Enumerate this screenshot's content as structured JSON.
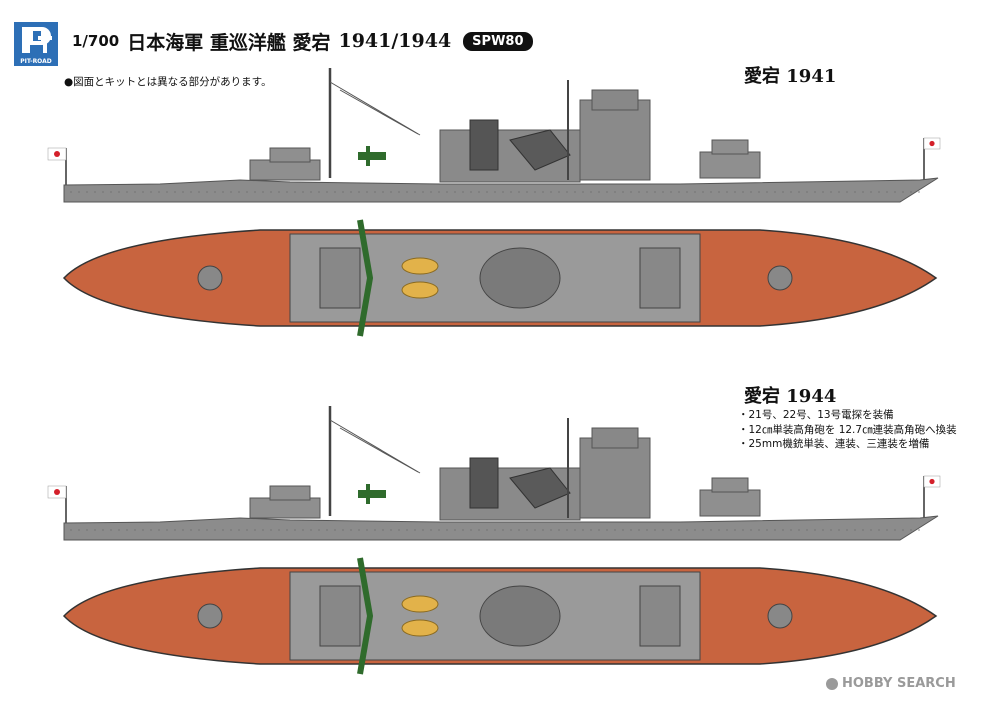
{
  "header": {
    "brand_label": "PIT-ROAD",
    "scale": "1/700",
    "title": "日本海軍 重巡洋艦 愛宕",
    "years": "1941/1944",
    "product_code": "SPW80"
  },
  "note": "●図面とキットとは異なる部分があります。",
  "versions": [
    {
      "title": "愛宕 1941"
    },
    {
      "title": "愛宕 1944",
      "changes": [
        "・21号、22号、13号電探を装備",
        "・12㎝単装高角砲を 12.7㎝連装高角砲へ換装",
        "・25mm機銃単装、連装、三連装を増備"
      ]
    }
  ],
  "watermark": "HOBBY SEARCH",
  "colors": {
    "hull_gray": "#8c8c8c",
    "deck_linoleum": "#c8643f",
    "deck_steel": "#9a9a9a",
    "aircraft_green": "#2f6b2c",
    "boat_yellow": "#e2b24a",
    "flag_red": "#d4202a"
  }
}
